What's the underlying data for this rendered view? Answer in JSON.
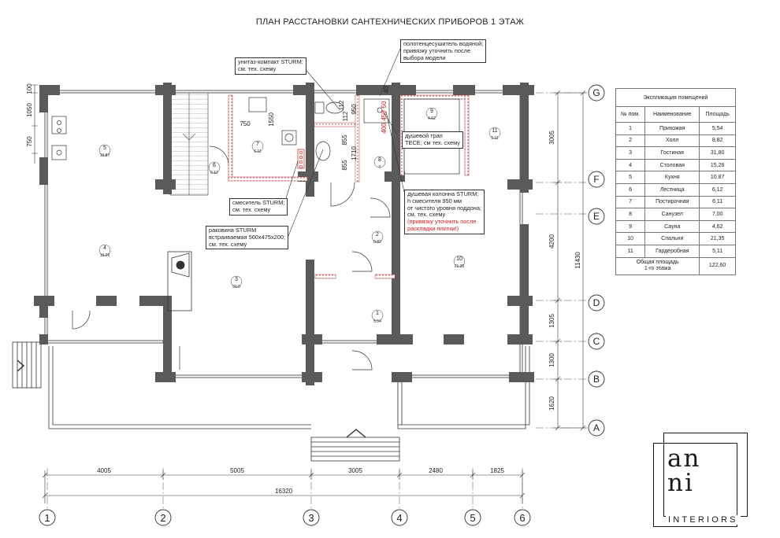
{
  "title": "ПЛАН РАССТАНОВКИ САНТЕХНИЧЕСКИХ ПРИБОРОВ 1 ЭТАЖ",
  "axes": {
    "columns": [
      "1",
      "2",
      "3",
      "4",
      "5",
      "6"
    ],
    "rows": [
      "G",
      "F",
      "E",
      "D",
      "C",
      "B",
      "A"
    ]
  },
  "dimensions": {
    "bottom": [
      "4005",
      "5005",
      "3005",
      "2480",
      "1825"
    ],
    "total": "16320",
    "right": [
      "3005",
      "4200",
      "1305",
      "1300",
      "1620"
    ],
    "right_total": "11430",
    "left": [
      "100",
      "1050",
      "750"
    ],
    "interior": [
      "750",
      "1550",
      "855",
      "1710",
      "855",
      "112",
      "112",
      "950",
      "40"
    ]
  },
  "rooms": [
    {
      "num": "1",
      "area": "5.54"
    },
    {
      "num": "2",
      "area": "8.82"
    },
    {
      "num": "3",
      "area": "31.8"
    },
    {
      "num": "4",
      "area": "15.26"
    },
    {
      "num": "5",
      "area": "10.87"
    },
    {
      "num": "6",
      "area": "6.12"
    },
    {
      "num": "7",
      "area": "6.11"
    },
    {
      "num": "8",
      "area": "7"
    },
    {
      "num": "9",
      "area": "4.62"
    },
    {
      "num": "10",
      "area": "21.35"
    },
    {
      "num": "11",
      "area": "5.11"
    }
  ],
  "red_marks": [
    "400",
    "450",
    "50"
  ],
  "callouts": {
    "toilet": "унитаз-компакт STURM;\nсм. тех. схему",
    "towel": "полотенцесушитель водяной;\nпривязку уточнить после\nвыбора модели",
    "drain": "душевой трап\nTECE; см тех. схему",
    "shower": "душевая колонна STURM;\nh смесителя 950 мм\nот чистого уровня поддона;\nсм. тех. схему",
    "shower_note": "(привязку уточнить после\nраскладки плитки!)",
    "mixer": "смеситель STURM;\nсм. тех. схему",
    "sink": "раковина STURM\nвстраиваемая 560х475х200;\nсм. тех. схему"
  },
  "explication": {
    "caption": "Экспликация помещений",
    "headers": [
      "№ пом.",
      "Наименование",
      "Площадь"
    ],
    "rows": [
      [
        "1",
        "Прихожая",
        "5,54"
      ],
      [
        "2",
        "Холл",
        "8,82"
      ],
      [
        "3",
        "Гостиная",
        "31,80"
      ],
      [
        "4",
        "Столовая",
        "15,26"
      ],
      [
        "5",
        "Кухня",
        "10.87"
      ],
      [
        "6",
        "Лестница",
        "6,12"
      ],
      [
        "7",
        "Постирочная",
        "6,11"
      ],
      [
        "8",
        "Санузел",
        "7,00"
      ],
      [
        "9",
        "Сауна",
        "4,62"
      ],
      [
        "10",
        "Спальня",
        "21,35"
      ],
      [
        "11",
        "Гардеробная",
        "5,11"
      ]
    ],
    "total_label": "Общая площадь\n1-го этажа",
    "total_value": "122,60"
  },
  "logo": {
    "monogram_line1": "an",
    "monogram_line2": "ni",
    "wordmark": "INTERIORS"
  },
  "colors": {
    "wall": "#5a5a5a",
    "line": "#333333",
    "red": "#e0161b",
    "hatch": "#b03030"
  }
}
